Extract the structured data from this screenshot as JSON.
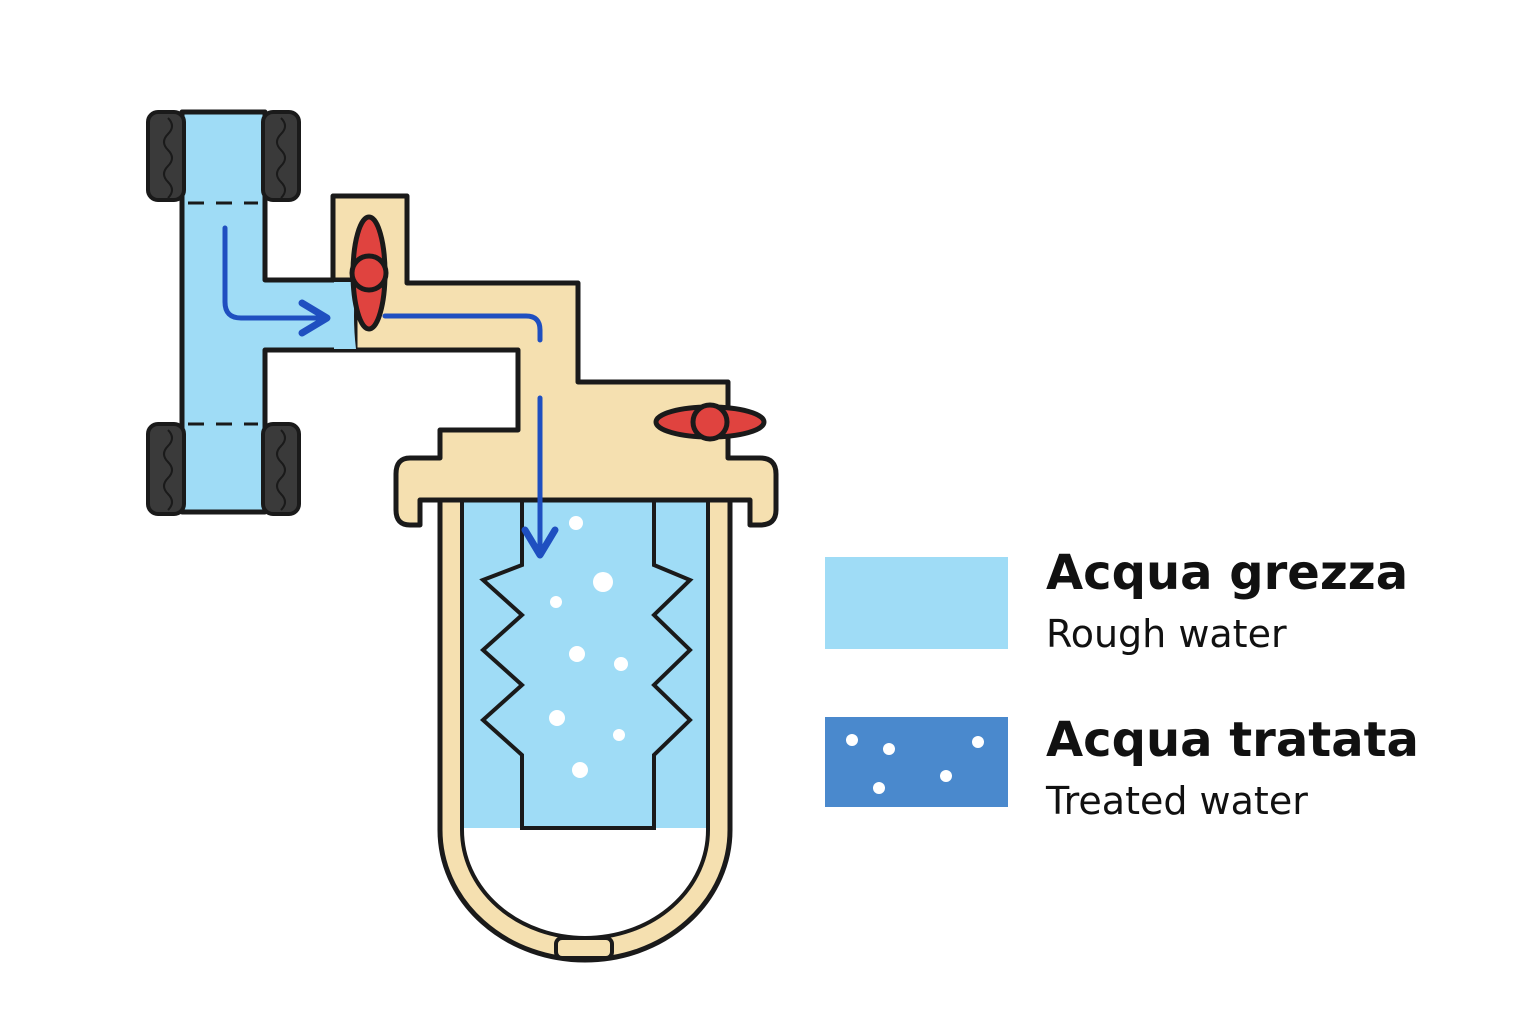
{
  "colors": {
    "raw_water": "#9fdcf6",
    "treated_water": "#4a89cd",
    "housing": "#f5e0b0",
    "valve": "#e0433f",
    "outline": "#1a1a1a",
    "fitting": "#3a3a3a",
    "flow_arrow": "#1f4fc0"
  },
  "legend": {
    "raw": {
      "label_it": "Acqua grezza",
      "label_en": "Rough water"
    },
    "treated": {
      "label_it": "Acqua tratata",
      "label_en": "Treated water"
    }
  },
  "icons": [
    "flow-arrow-icon",
    "valve-handle-icon",
    "pipe-union-icon"
  ]
}
